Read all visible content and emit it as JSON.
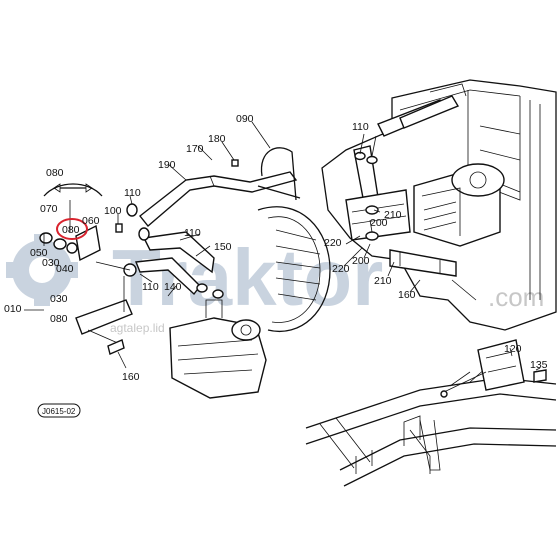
{
  "watermark": {
    "brand": "Traktor",
    "domain": ".com",
    "tagline": "agtalep.lid"
  },
  "callouts": {
    "c010": "010",
    "c030": "030",
    "c040": "040",
    "c050": "050",
    "c060": "060",
    "c070": "070",
    "c080_top": "080",
    "c080_circled": "080",
    "c080_left": "080",
    "c090": "090",
    "c100": "100",
    "c110_a": "110",
    "c110_b": "110",
    "c110_c": "110",
    "c110_d": "110",
    "c120": "120",
    "c135": "135",
    "c140": "140",
    "c150": "150",
    "c160_a": "160",
    "c160_b": "160",
    "c170": "170",
    "c180": "180",
    "c190": "190",
    "c200_a": "200",
    "c200_b": "200",
    "c210_a": "210",
    "c210_b": "210",
    "c220_a": "220",
    "c220_b": "220"
  },
  "stamp": "J0615-02",
  "highlight_color": "#d9232e"
}
